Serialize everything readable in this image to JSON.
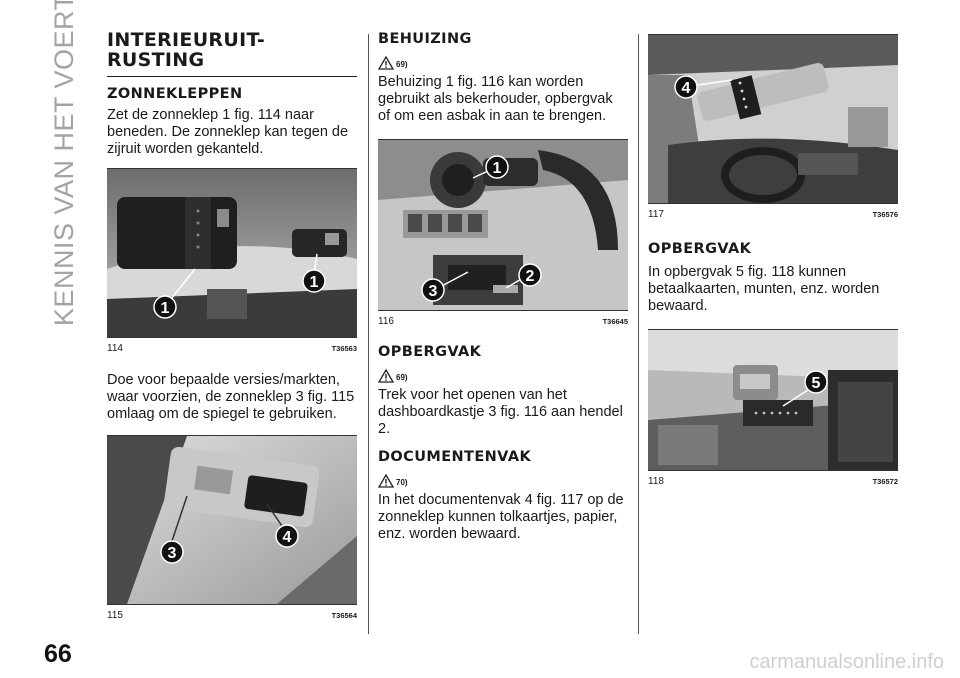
{
  "side_title": "KENNIS VAN HET VOERTUIG",
  "page_number": "66",
  "watermark": "carmanualsonline.info",
  "col1": {
    "heading": "INTERIEURUIT-RUSTING",
    "subheading": "ZONNEKLEPPEN",
    "para1": "Zet de zonneklep 1 fig. 114 naar beneden. De zonneklep kan tegen de zijruit worden gekanteld.",
    "fig114": {
      "num": "114",
      "code": "T36563",
      "callout_a": "1",
      "callout_b": "1"
    },
    "para2": "Doe voor bepaalde versies/markten, waar voorzien, de zonneklep 3 fig. 115 omlaag om de spiegel te gebruiken.",
    "fig115": {
      "num": "115",
      "code": "T36564",
      "callout_a": "3",
      "callout_b": "4"
    }
  },
  "col2": {
    "heading1": "BEHUIZING",
    "warn1": "69)",
    "para1": "Behuizing 1 fig. 116 kan worden gebruikt als bekerhouder, opbergvak of om een asbak in aan te brengen.",
    "fig116": {
      "num": "116",
      "code": "T36645",
      "callout_a": "1",
      "callout_b": "3",
      "callout_c": "2"
    },
    "heading2": "OPBERGVAK",
    "warn2": "69)",
    "para2": "Trek voor het openen van het dashboardkastje 3 fig. 116 aan hendel 2.",
    "heading3": "DOCUMENTENVAK",
    "warn3": "70)",
    "para3": "In het documentenvak 4 fig. 117 op de zonneklep kunnen tolkaartjes, papier, enz. worden bewaard."
  },
  "col3": {
    "fig117": {
      "num": "117",
      "code": "T36576",
      "callout_a": "4"
    },
    "heading": "OPBERGVAK",
    "para": "In opbergvak 5 fig. 118 kunnen betaalkaarten, munten, enz. worden bewaard.",
    "fig118": {
      "num": "118",
      "code": "T36572",
      "callout_a": "5"
    }
  }
}
